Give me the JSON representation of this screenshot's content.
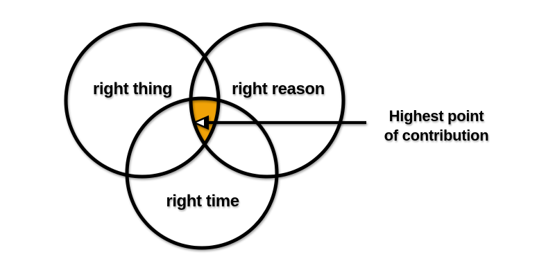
{
  "diagram": {
    "circles": [
      {
        "label": "right thing"
      },
      {
        "label": "right reason"
      },
      {
        "label": "right time"
      }
    ],
    "annotation": {
      "line1": "Highest point",
      "line2": "of contribution"
    },
    "colors": {
      "highlight": "#F0A308",
      "stroke": "#000000",
      "background": "#FFFFFF",
      "text": "#000000"
    }
  }
}
